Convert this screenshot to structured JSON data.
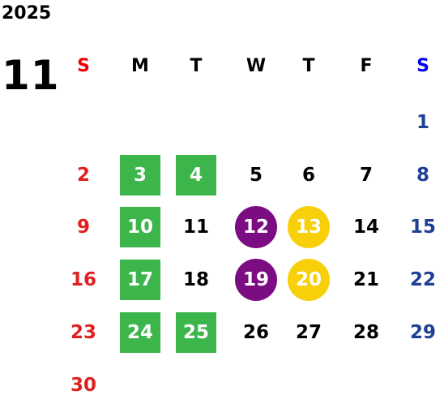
{
  "calendar": {
    "year": "2025",
    "month": "11",
    "weekdays": [
      "S",
      "M",
      "T",
      "W",
      "T",
      "F",
      "S"
    ],
    "weeks": [
      [
        "",
        "",
        "",
        "",
        "",
        "",
        "1"
      ],
      [
        "2",
        "3",
        "4",
        "5",
        "6",
        "7",
        "8"
      ],
      [
        "9",
        "10",
        "11",
        "12",
        "13",
        "14",
        "15"
      ],
      [
        "16",
        "17",
        "18",
        "19",
        "20",
        "21",
        "22"
      ],
      [
        "23",
        "24",
        "25",
        "26",
        "27",
        "28",
        "29"
      ],
      [
        "30",
        "",
        "",
        "",
        "",
        "",
        ""
      ]
    ],
    "highlights": {
      "green_square_days": [
        "3",
        "4",
        "10",
        "17",
        "24",
        "25"
      ],
      "purple_circle_days": [
        "12",
        "19"
      ],
      "yellow_circle_days": [
        "13",
        "20"
      ]
    },
    "colors": {
      "sunday": "#e02020",
      "saturday": "#1e3f94",
      "green_square": "#3cb54a",
      "purple_circle": "#7b0c82",
      "yellow_circle": "#f7d00a"
    }
  }
}
